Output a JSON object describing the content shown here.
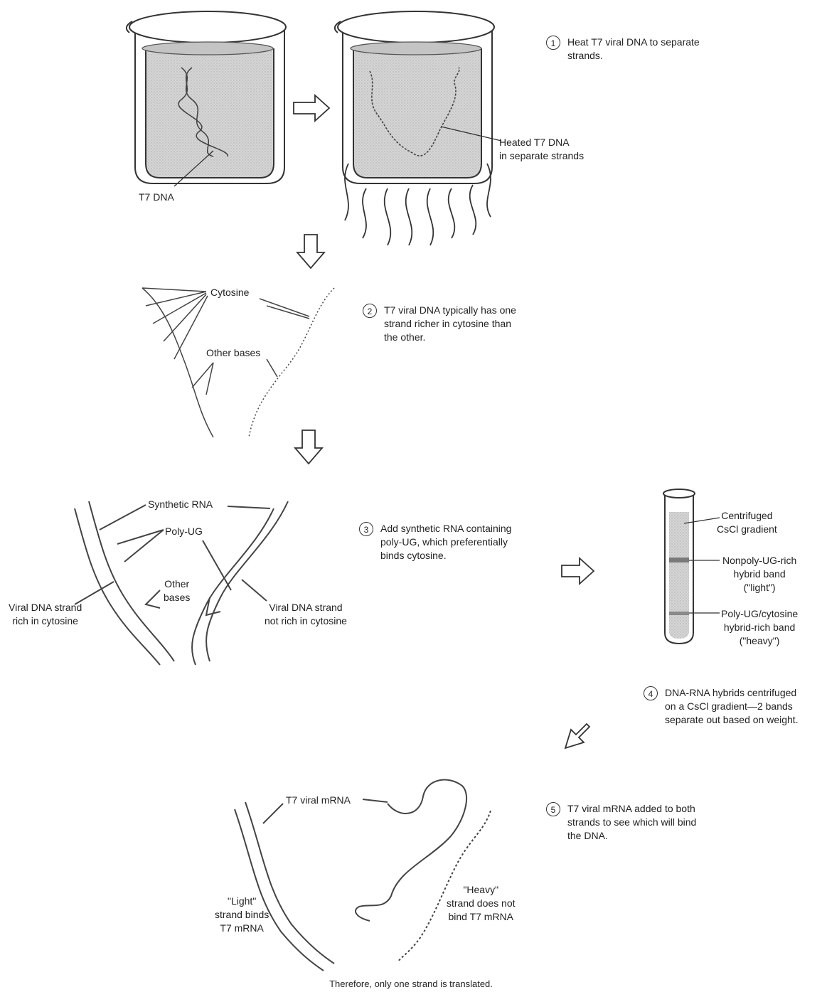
{
  "steps": [
    {
      "num": "1",
      "text": "Heat T7 viral DNA to separate\nstrands."
    },
    {
      "num": "2",
      "text": "T7 viral DNA typically has one\nstrand richer in cytosine than\nthe other."
    },
    {
      "num": "3",
      "text": "Add synthetic RNA containing\npoly-UG, which preferentially\nbinds cytosine."
    },
    {
      "num": "4",
      "text": "DNA-RNA hybrids centrifuged\non a CsCl gradient—2 bands\nseparate out based on weight."
    },
    {
      "num": "5",
      "text": "T7 viral mRNA added to both\nstrands to see which will bind\nthe DNA."
    }
  ],
  "labels": {
    "t7_dna": "T7 DNA",
    "heated_dna": "Heated T7 DNA\nin separate strands",
    "cytosine": "Cytosine",
    "other_bases": "Other bases",
    "synthetic_rna": "Synthetic RNA",
    "poly_ug": "Poly-UG",
    "other_bases_2": "Other\nbases",
    "viral_rich": "Viral DNA strand\nrich in cytosine",
    "viral_not_rich": "Viral DNA strand\nnot rich in cytosine",
    "centrifuged": "Centrifuged\nCsCl gradient",
    "light_band": "Nonpoly-UG-rich\nhybrid band\n(\"light\")",
    "heavy_band": "Poly-UG/cytosine\nhybrid-rich band\n(\"heavy\")",
    "t7_mrna": "T7 viral mRNA",
    "light_strand": "\"Light\"\nstrand binds\nT7 mRNA",
    "heavy_strand": "\"Heavy\"\nstrand does not\nbind T7 mRNA",
    "footer": "Therefore, only one strand is translated."
  }
}
